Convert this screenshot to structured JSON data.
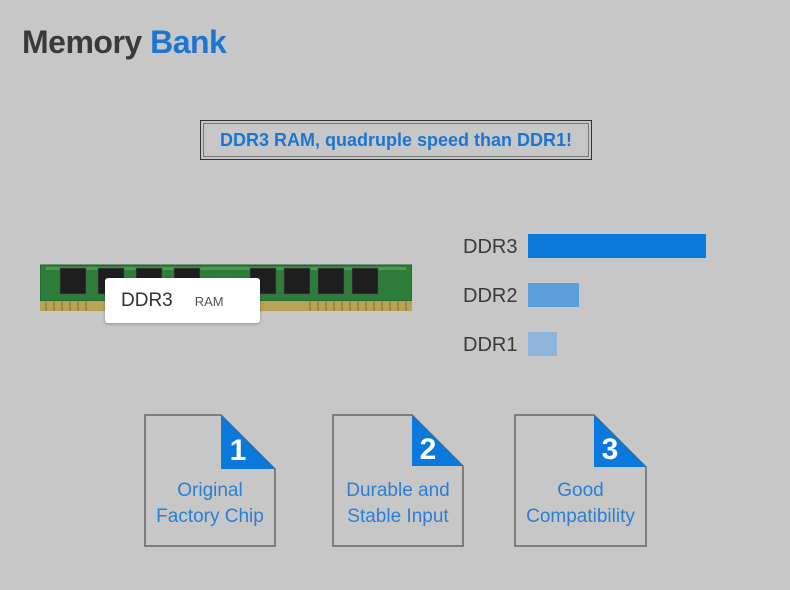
{
  "title": {
    "word1": "Memory",
    "word2": "Bank"
  },
  "headline": "DDR3 RAM, quadruple speed than DDR1!",
  "ram_label": {
    "main": "DDR3",
    "sub": "RAM"
  },
  "comparison": [
    {
      "label": "DDR3",
      "value": 4,
      "color": "#0b78dc"
    },
    {
      "label": "DDR2",
      "value": 1.15,
      "color": "#5b9fdc"
    },
    {
      "label": "DDR1",
      "value": 0.65,
      "color": "#8db4db"
    }
  ],
  "features": [
    {
      "number": "1",
      "line1": "Original",
      "line2": "Factory Chip"
    },
    {
      "number": "2",
      "line1": "Durable and",
      "line2": "Stable Input"
    },
    {
      "number": "3",
      "line1": "Good",
      "line2": "Compatibility"
    }
  ],
  "colors": {
    "accent": "#1d75d2",
    "background": "#c8c7c8"
  }
}
